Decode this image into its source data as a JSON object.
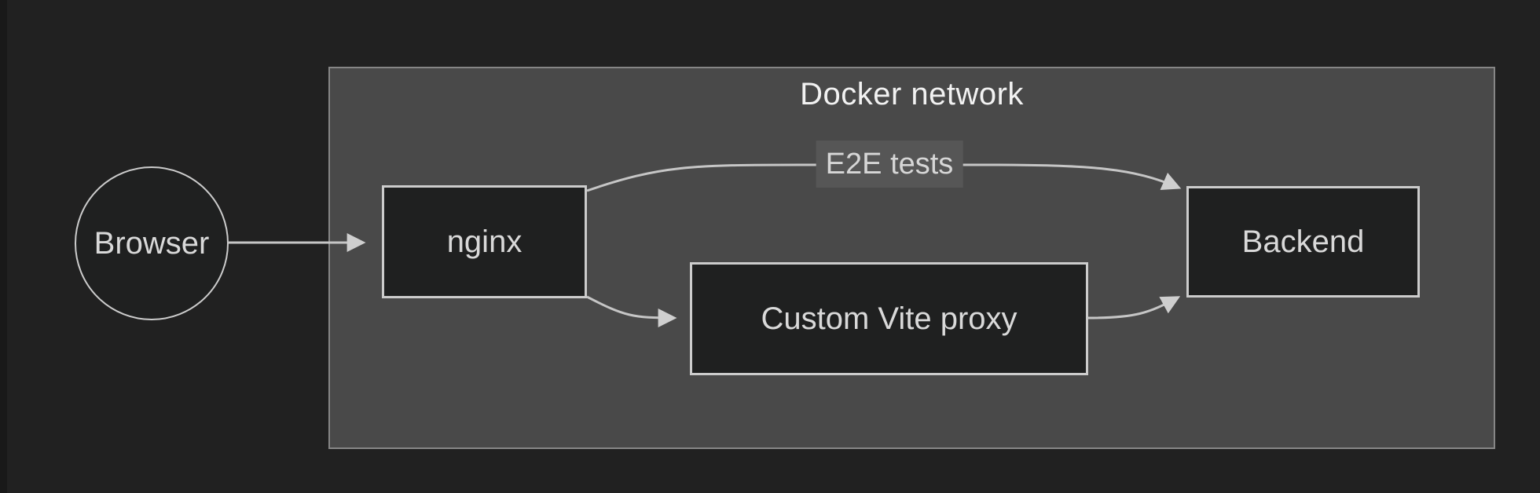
{
  "diagram": {
    "type": "flowchart",
    "direction": "left-to-right",
    "cluster": {
      "label": "Docker network"
    },
    "nodes": {
      "browser": {
        "label": "Browser",
        "shape": "circle",
        "inside_cluster": false
      },
      "nginx": {
        "label": "nginx",
        "shape": "rectangle",
        "inside_cluster": true
      },
      "vite": {
        "label": "Custom Vite proxy",
        "shape": "rectangle",
        "inside_cluster": true
      },
      "backend": {
        "label": "Backend",
        "shape": "rectangle",
        "inside_cluster": true
      }
    },
    "edges": [
      {
        "from": "Browser",
        "to": "nginx",
        "label": ""
      },
      {
        "from": "nginx",
        "to": "Backend",
        "label": "E2E tests"
      },
      {
        "from": "nginx",
        "to": "Custom Vite proxy",
        "label": ""
      },
      {
        "from": "Custom Vite proxy",
        "to": "Backend",
        "label": ""
      }
    ]
  },
  "palette": {
    "page_background": "#212121",
    "window_strip": "#191919",
    "cluster_fill": "#494949",
    "cluster_border": "#868686",
    "cluster_title_color": "#f2f2f2",
    "node_fill": "#1f2020",
    "node_border": "#cccccc",
    "node_text": "#d9d9d9",
    "edge_stroke": "#c6c6c6",
    "arrowhead_fill": "#cfcfcf",
    "edge_label_bg": "#565656",
    "edge_label_text": "#d6d6d6"
  }
}
